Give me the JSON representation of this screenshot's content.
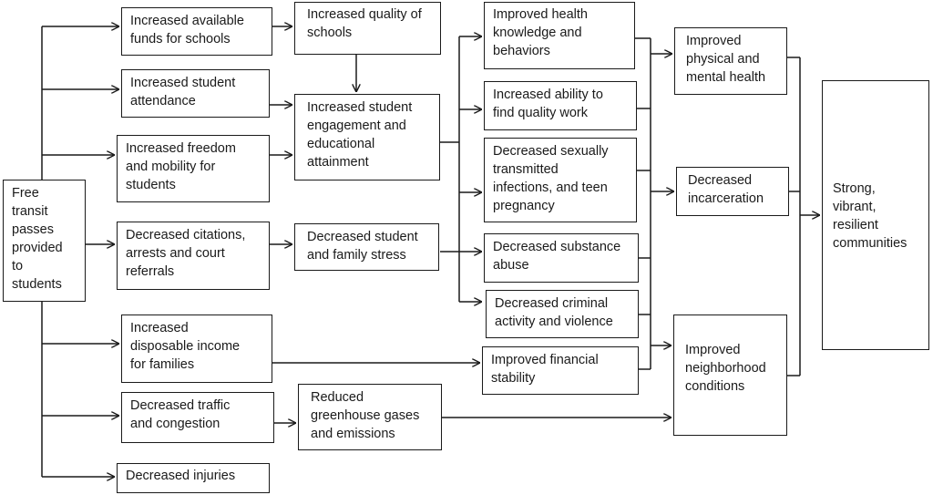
{
  "nodes": {
    "free_transit": "Free\ntransit\npasses\nprovided\nto\nstudents",
    "funds": "Increased available\nfunds for schools",
    "quality_schools": "Increased quality of\nschools",
    "attendance": "Increased student\nattendance",
    "engagement": "Increased student\nengagement and\neducational\nattainment",
    "freedom": "Increased freedom\nand mobility for\nstudents",
    "citations": "Decreased citations,\narrests and court\nreferrals",
    "stress": "Decreased student\nand family stress",
    "disposable_income": "Increased\ndisposable income\nfor families",
    "traffic": "Decreased traffic\nand congestion",
    "greenhouse": "Reduced\ngreenhouse gases\nand emissions",
    "injuries": "Decreased injuries",
    "health_knowledge": "Improved health\nknowledge and\nbehaviors",
    "quality_work": "Increased ability to\nfind quality work",
    "sti": "Decreased sexually\ntransmitted\ninfections, and teen\npregnancy",
    "substance": "Decreased substance\nabuse",
    "criminal": "Decreased criminal\nactivity and violence",
    "financial": "Improved financial\nstability",
    "physical_mental": "Improved\nphysical and\nmental health",
    "incarceration": "Decreased\nincarceration",
    "neighborhood": "Improved\nneighborhood\nconditions",
    "communities": "Strong,\nvibrant,\nresilient\ncommunities"
  },
  "colors": {
    "line": "#1a1a1a",
    "box_border": "#1a1a1a",
    "background": "#ffffff"
  }
}
